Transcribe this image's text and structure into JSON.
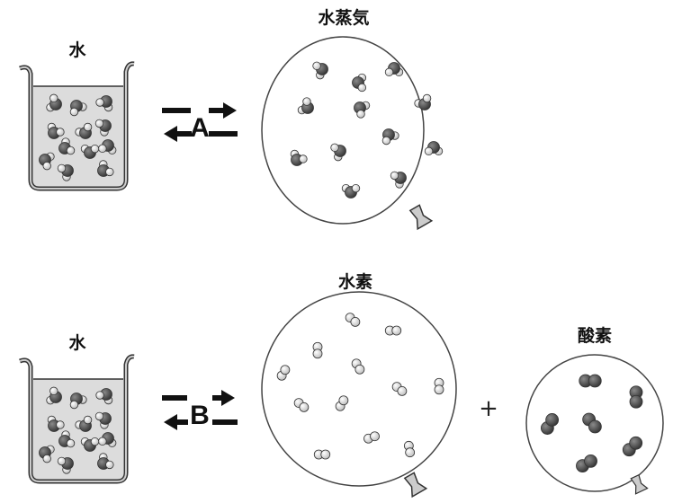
{
  "labels": {
    "water_top": "水",
    "water_vapor": "水蒸気",
    "water_bottom": "水",
    "hydrogen": "水素",
    "oxygen": "酸素",
    "arrow_a": "A",
    "arrow_b": "B",
    "plus": "+"
  },
  "colors": {
    "oxygen_atom": "#4a4a4a",
    "hydrogen_atom": "#f2f2f2",
    "water_fill": "#dcdcdc"
  }
}
